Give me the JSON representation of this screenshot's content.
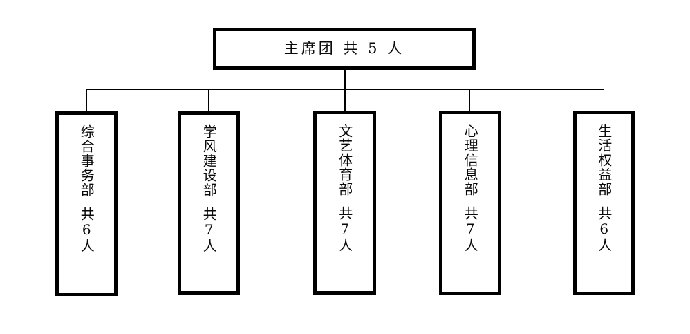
{
  "diagram": {
    "type": "org-chart",
    "orientation": "top-down",
    "background_color": "#ffffff",
    "line_color": "#000000",
    "text_color": "#0a0a0a",
    "root": {
      "name": "主席团",
      "count_label": "共 5 人",
      "full_label": "主席团  共 5 人",
      "people": 5,
      "text_direction": "horizontal"
    },
    "children": [
      {
        "name": "综合事务部",
        "count_label": "共6人",
        "people": 6,
        "text_direction": "vertical"
      },
      {
        "name": "学风建设部",
        "count_label": "共7人",
        "people": 7,
        "text_direction": "vertical"
      },
      {
        "name": "文艺体育部",
        "count_label": "共7人",
        "people": 7,
        "text_direction": "vertical"
      },
      {
        "name": "心理信息部",
        "count_label": "共7人",
        "people": 7,
        "text_direction": "vertical"
      },
      {
        "name": "生活权益部",
        "count_label": "共6人",
        "people": 6,
        "text_direction": "vertical"
      }
    ]
  }
}
